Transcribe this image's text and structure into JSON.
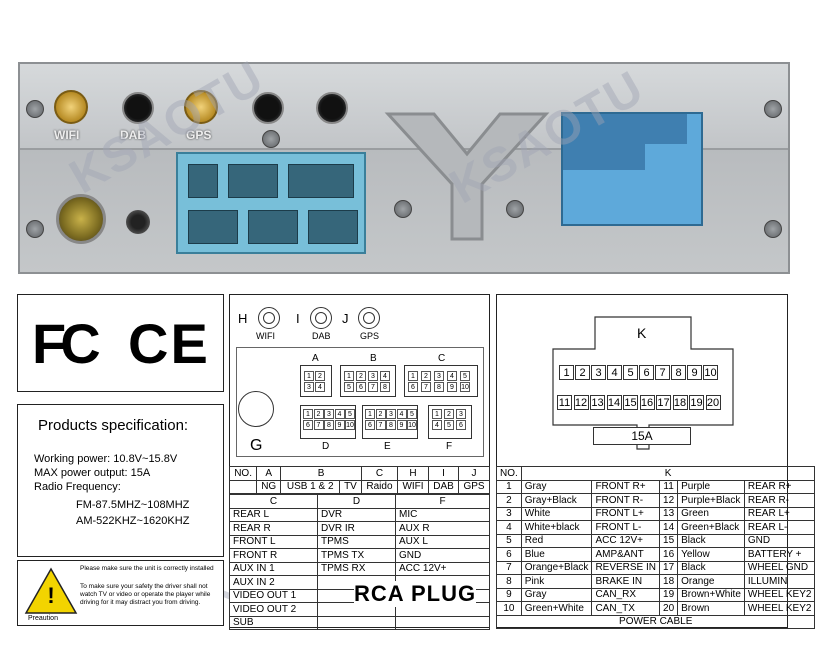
{
  "watermark": "KSAOTU",
  "photo": {
    "port_labels": [
      "WIFI",
      "DAB",
      "GPS"
    ]
  },
  "logos": {
    "fcc": "FC",
    "ce": "CE"
  },
  "spec": {
    "title": "Products specification:",
    "lines": [
      "Working power: 10.8V~15.8V",
      "MAX power output: 15A",
      "Radio Frequency:",
      "FM-87.5MHZ~108MHZ",
      "AM-522KHZ~1620KHZ"
    ]
  },
  "caution": {
    "sign_label": "Preaution",
    "lines": [
      "Please make sure the unit is correctly installed",
      "To make sure your safety the driver shall not watch TV or video or operate the player while driving for it may distract you from driving."
    ]
  },
  "connector_map": {
    "H": "H",
    "I": "I",
    "J": "J",
    "G": "G",
    "antenna_labels": [
      "WIFI",
      "DAB",
      "GPS"
    ],
    "blocks": [
      "A",
      "B",
      "C",
      "D",
      "E",
      "F"
    ],
    "A_pins": [
      "1",
      "2",
      "3",
      "4"
    ],
    "B_pins": [
      "1",
      "2",
      "3",
      "4",
      "5",
      "6",
      "7",
      "8"
    ],
    "C_pins": [
      "1",
      "2",
      "3",
      "4",
      "5",
      "6",
      "7",
      "8",
      "9",
      "10"
    ],
    "D_pins": [
      "1",
      "2",
      "3",
      "4",
      "5",
      "6",
      "7",
      "8",
      "9",
      "10"
    ],
    "E_pins": [
      "1",
      "2",
      "3",
      "4",
      "5",
      "6",
      "7",
      "8",
      "9",
      "10"
    ],
    "F_pins": [
      "1",
      "2",
      "3",
      "4",
      "5",
      "6"
    ]
  },
  "mid_table": {
    "header1": [
      "NO.",
      "A",
      "B",
      "C",
      "H",
      "I",
      "J"
    ],
    "header2": [
      "",
      "NG",
      "USB 1 & 2",
      "TV",
      "Raido",
      "WIFI",
      "DAB",
      "GPS"
    ],
    "header3": [
      "C",
      "D",
      "F"
    ],
    "rows": [
      [
        "REAR L",
        "DVR",
        "MIC"
      ],
      [
        "REAR R",
        "DVR IR",
        "AUX R"
      ],
      [
        "FRONT L",
        "TPMS",
        "AUX L"
      ],
      [
        "FRONT R",
        "TPMS TX",
        "GND"
      ],
      [
        "AUX IN 1",
        "TPMS RX",
        "ACC 12V+"
      ],
      [
        "AUX IN 2",
        "",
        ""
      ],
      [
        "VIDEO OUT 1",
        "",
        ""
      ],
      [
        "VIDEO OUT 2",
        "",
        ""
      ],
      [
        "SUB",
        "",
        ""
      ]
    ],
    "rca": "RCA PLUG"
  },
  "power": {
    "K": "K",
    "row1": [
      "1",
      "2",
      "3",
      "4",
      "5",
      "6",
      "7",
      "8",
      "9",
      "10"
    ],
    "row2": [
      "11",
      "12",
      "13",
      "14",
      "15",
      "16",
      "17",
      "18",
      "19",
      "20"
    ],
    "fuse": "15A",
    "header": [
      "NO.",
      "K"
    ],
    "rows": [
      [
        "1",
        "Gray",
        "FRONT R+",
        "11",
        "Purple",
        "REAR R+"
      ],
      [
        "2",
        "Gray+Black",
        "FRONT R-",
        "12",
        "Purple+Black",
        "REAR R-"
      ],
      [
        "3",
        "White",
        "FRONT L+",
        "13",
        "Green",
        "REAR L+"
      ],
      [
        "4",
        "White+black",
        "FRONT L-",
        "14",
        "Green+Black",
        "REAR L-"
      ],
      [
        "5",
        "Red",
        "ACC 12V+",
        "15",
        "Black",
        "GND"
      ],
      [
        "6",
        "Blue",
        "AMP&ANT",
        "16",
        "Yellow",
        "BATTERY +"
      ],
      [
        "7",
        "Orange+Black",
        "REVERSE IN",
        "17",
        "Black",
        "WHEEL GND"
      ],
      [
        "8",
        "Pink",
        "BRAKE IN",
        "18",
        "Orange",
        "ILLUMIN"
      ],
      [
        "9",
        "Gray",
        "CAN_RX",
        "19",
        "Brown+White",
        "WHEEL KEY2"
      ],
      [
        "10",
        "Green+White",
        "CAN_TX",
        "20",
        "Brown",
        "WHEEL KEY2"
      ]
    ],
    "footer": "POWER CABLE"
  }
}
